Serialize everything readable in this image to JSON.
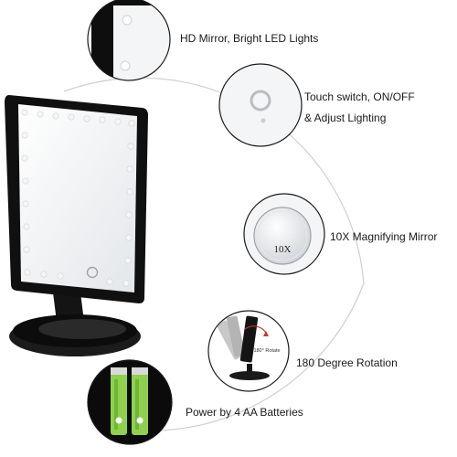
{
  "features": [
    {
      "id": "hd-mirror",
      "lines": [
        "HD Mirror, Bright LED Lights"
      ]
    },
    {
      "id": "touch-switch",
      "lines": [
        "Touch switch, ON/OFF",
        "& Adjust Lighting"
      ]
    },
    {
      "id": "magnifier",
      "lines": [
        "10X Magnifying Mirror"
      ]
    },
    {
      "id": "rotation",
      "lines": [
        "180 Degree Rotation"
      ]
    },
    {
      "id": "batteries",
      "lines": [
        "Power by 4 AA Batteries"
      ]
    }
  ],
  "magnifier_badge": "10X",
  "rotation_badge": "180° Rotate",
  "colors": {
    "mirror_frame": "#111111",
    "mirror_glass": "#f2f4f6",
    "led": "#e9ecef",
    "battery": "#8fd14f",
    "arc": "#c8c8c8",
    "callout_border": "#1a1a1a"
  }
}
